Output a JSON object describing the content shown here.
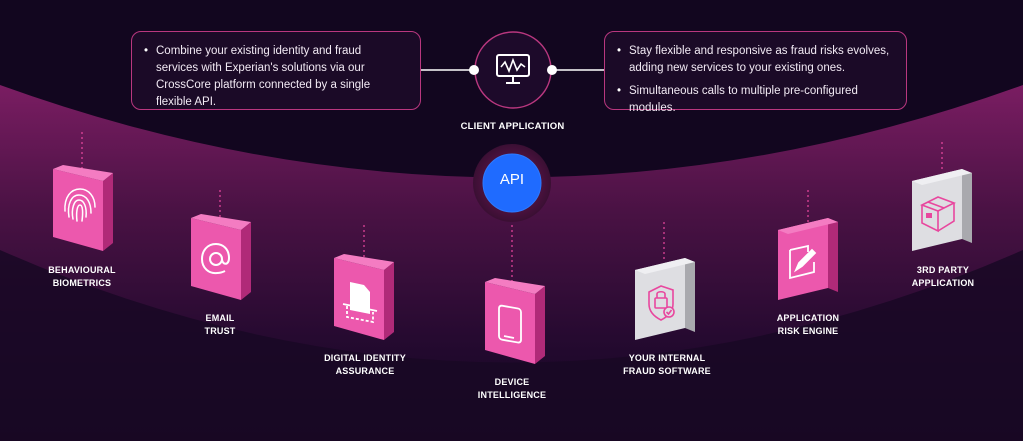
{
  "left_box": {
    "bullet_1": "Combine your existing identity and fraud services with Experian's solutions via our CrossCore platform connected by a single flexible API."
  },
  "right_box": {
    "bullet_1": "Stay flexible and responsive as fraud risks evolves, adding new services to your existing ones.",
    "bullet_2": "Simultaneous calls to multiple pre-configured modules."
  },
  "client_application_label": "CLIENT APPLICATION",
  "api_label": "API",
  "icons": {
    "client": "monitor-waveform-icon",
    "behavioural": "fingerprint-icon",
    "email": "at-sign-icon",
    "digital_identity": "id-scan-document-icon",
    "device": "tablet-icon",
    "internal_fraud": "shield-lock-icon",
    "risk_engine": "edit-pen-icon",
    "third_party": "package-box-icon"
  },
  "modules": [
    {
      "line1": "BEHAVIOURAL",
      "line2": "BIOMETRICS"
    },
    {
      "line1": "EMAIL",
      "line2": "TRUST"
    },
    {
      "line1": "DIGITAL IDENTITY",
      "line2": "ASSURANCE"
    },
    {
      "line1": "DEVICE",
      "line2": "INTELLIGENCE"
    },
    {
      "line1": "YOUR INTERNAL",
      "line2": "FRAUD SOFTWARE"
    },
    {
      "line1": "APPLICATION",
      "line2": "RISK ENGINE"
    },
    {
      "line1": "3RD PARTY",
      "line2": "APPLICATION"
    }
  ],
  "colors": {
    "accent_pink": "#e8479e",
    "api_blue": "#1f6bff",
    "background": "#12061f",
    "third_party_grey": "#d9d9dd"
  }
}
